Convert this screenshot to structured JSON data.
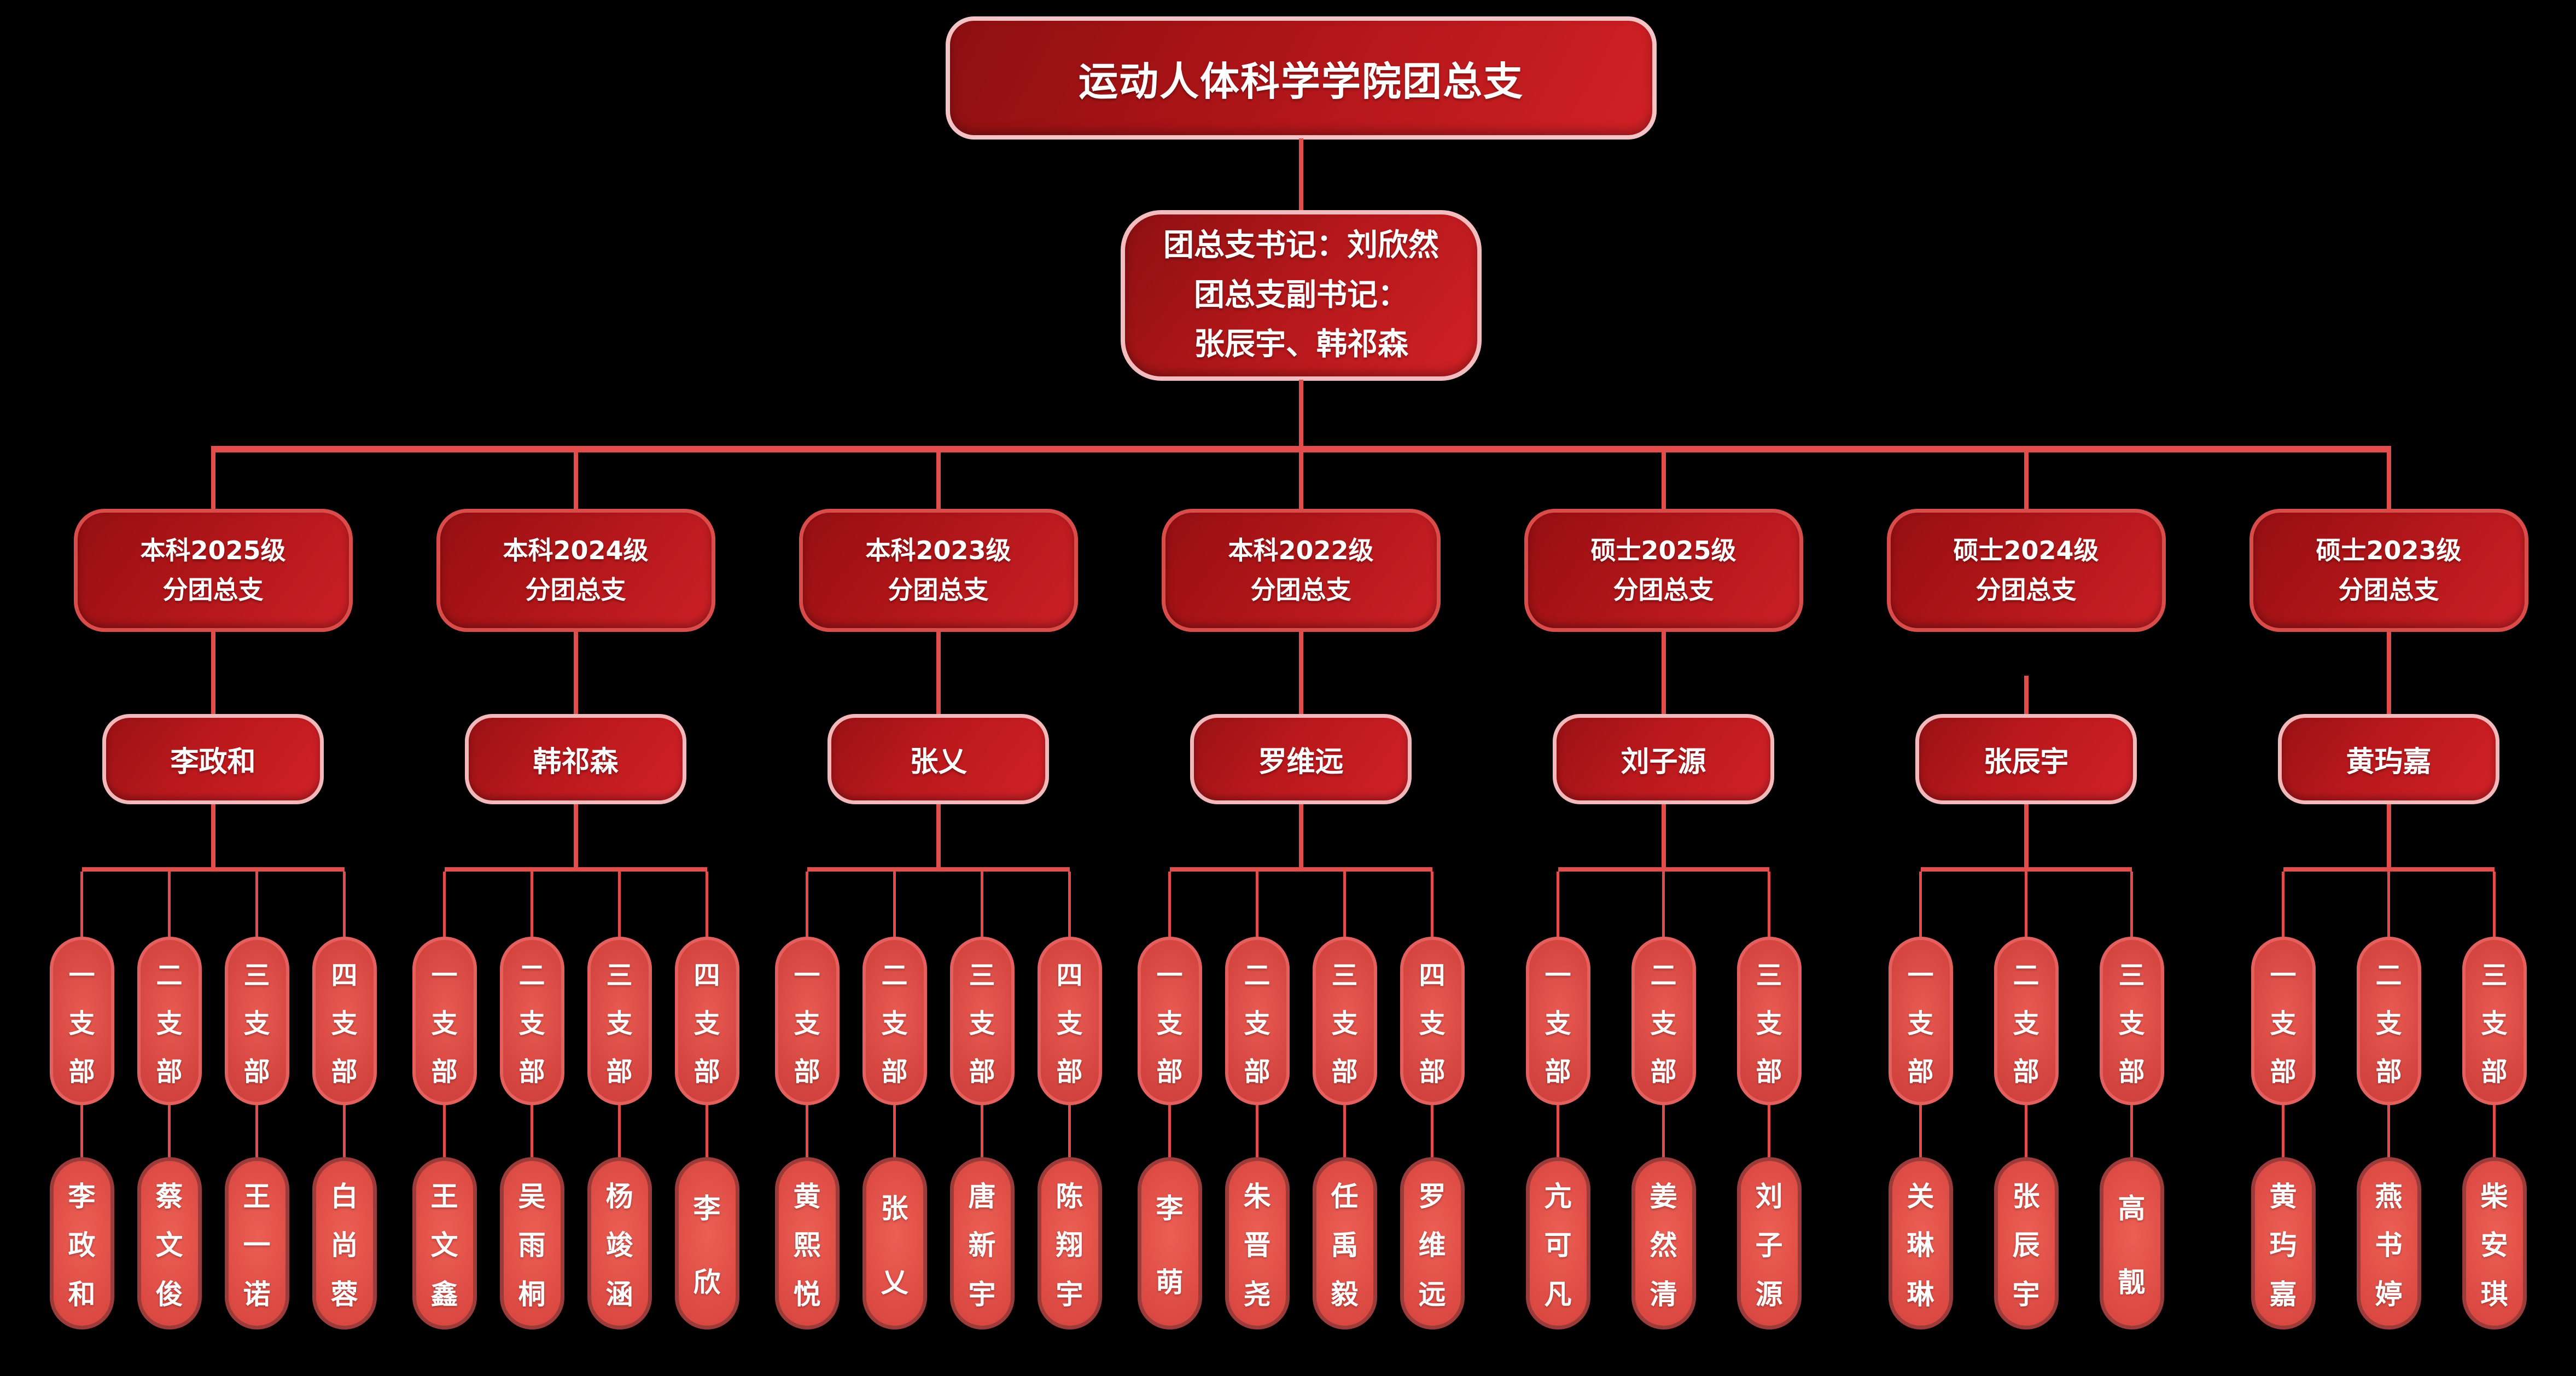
{
  "root": {
    "title": "运动人体科学学院团总支"
  },
  "secretary": {
    "lines": [
      "团总支书记：刘欣然",
      "团总支副书记：",
      "张辰宇、韩祁森"
    ]
  },
  "branches": [
    {
      "title": [
        "本科2025级",
        "分团总支"
      ],
      "leader": "李政和",
      "broken_link": false,
      "subs": [
        {
          "label": "一支部",
          "name": "李政和"
        },
        {
          "label": "二支部",
          "name": "蔡文俊"
        },
        {
          "label": "三支部",
          "name": "王一诺"
        },
        {
          "label": "四支部",
          "name": "白尚蓉"
        }
      ]
    },
    {
      "title": [
        "本科2024级",
        "分团总支"
      ],
      "leader": "韩祁森",
      "broken_link": false,
      "subs": [
        {
          "label": "一支部",
          "name": "王文鑫"
        },
        {
          "label": "二支部",
          "name": "吴雨桐"
        },
        {
          "label": "三支部",
          "name": "杨竣涵"
        },
        {
          "label": "四支部",
          "name": "李欣"
        }
      ]
    },
    {
      "title": [
        "本科2023级",
        "分团总支"
      ],
      "leader": "张乂",
      "broken_link": false,
      "subs": [
        {
          "label": "一支部",
          "name": "黄熙悦"
        },
        {
          "label": "二支部",
          "name": "张乂"
        },
        {
          "label": "三支部",
          "name": "唐新宇"
        },
        {
          "label": "四支部",
          "name": "陈翔宇"
        }
      ]
    },
    {
      "title": [
        "本科2022级",
        "分团总支"
      ],
      "leader": "罗维远",
      "broken_link": false,
      "subs": [
        {
          "label": "一支部",
          "name": "李萌"
        },
        {
          "label": "二支部",
          "name": "朱晋尧"
        },
        {
          "label": "三支部",
          "name": "任禹毅"
        },
        {
          "label": "四支部",
          "name": "罗维远"
        }
      ]
    },
    {
      "title": [
        "硕士2025级",
        "分团总支"
      ],
      "leader": "刘子源",
      "broken_link": false,
      "subs": [
        {
          "label": "一支部",
          "name": "亢可凡"
        },
        {
          "label": "二支部",
          "name": "姜然清"
        },
        {
          "label": "三支部",
          "name": "刘子源"
        }
      ]
    },
    {
      "title": [
        "硕士2024级",
        "分团总支"
      ],
      "leader": "张辰宇",
      "broken_link": true,
      "subs": [
        {
          "label": "一支部",
          "name": "关琳琳"
        },
        {
          "label": "二支部",
          "name": "张辰宇"
        },
        {
          "label": "三支部",
          "name": "高靓"
        }
      ]
    },
    {
      "title": [
        "硕士2023级",
        "分团总支"
      ],
      "leader": "黄玙嘉",
      "broken_link": false,
      "subs": [
        {
          "label": "一支部",
          "name": "黄玙嘉"
        },
        {
          "label": "二支部",
          "name": "燕书婷"
        },
        {
          "label": "三支部",
          "name": "柴安琪"
        }
      ]
    }
  ],
  "colors": {
    "background": "#000000",
    "connector": "#e24d4b",
    "box_fill_dark": "#8e1012",
    "box_fill_bright": "#d02125",
    "border_pink": "#f3c3c5",
    "border_red": "#d94c4a",
    "sub_pill_border": "#e4605f",
    "name_pill_border": "#9c3c3a",
    "text": "#ffffff"
  }
}
